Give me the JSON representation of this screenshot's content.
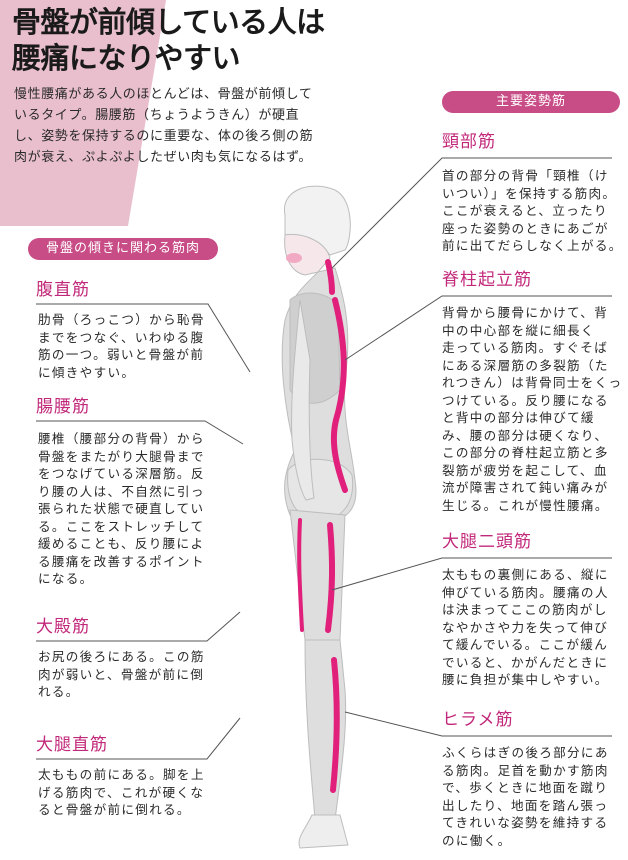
{
  "title": [
    "骨盤が前傾している人は",
    "腰痛になりやすい"
  ],
  "intro": [
    "慢性腰痛がある人のほとんどは、骨盤が前傾",
    "しているタイプ。腸腰筋（ちょうようきん）",
    "が硬直し、姿勢を保持するのに重要な、体の",
    "後ろ側の筋肉が衰え、ぷよぷよしたぜい肉も",
    "気になるはず。"
  ],
  "left_section": {
    "label": "骨盤の傾きに関わる筋肉",
    "muscles": [
      {
        "name": "腹直筋",
        "lines": [
          "肋骨（ろっこつ）から恥骨",
          "までをつなぐ、いわゆる腹",
          "筋の一つ。弱いと骨盤が前",
          "に傾きやすい。"
        ]
      },
      {
        "name": "腸腰筋",
        "lines": [
          "腰椎（腰部分の背骨）から",
          "骨盤をまたがり大腿骨まで",
          "をつなげている深層筋。反",
          "り腰の人は、不自然に引っ",
          "張られた状態で硬直してい",
          "る。ここをストレッチして",
          "緩めることも、反り腰によ",
          "る腰痛を改善するポイント",
          "になる。"
        ]
      },
      {
        "name": "大殿筋",
        "lines": [
          "お尻の後ろにある。この筋",
          "肉が弱いと、骨盤が前に倒",
          "れる。"
        ]
      },
      {
        "name": "大腿直筋",
        "lines": [
          "太ももの前にある。脚を上",
          "げる筋肉で、これが硬くな",
          "ると骨盤が前に倒れる。"
        ]
      }
    ]
  },
  "right_section": {
    "label": "主要姿勢筋",
    "muscles": [
      {
        "name": "頸部筋",
        "lines": [
          "首の部分の背骨「頸椎（け",
          "いつい）」を保持する筋肉。",
          "ここが衰えると、立ったり",
          "座った姿勢のときにあごが",
          "前に出てだらしなく上がる。"
        ]
      },
      {
        "name": "脊柱起立筋",
        "lines": [
          "背骨から腰骨にかけて、背",
          "中の中心部を縦に細長く",
          "走っている筋肉。すぐそば",
          "にある深層筋の多裂筋（た",
          "れつきん）は背骨同士をくっ",
          "つけている。反り腰になる",
          "と背中の部分は伸びて緩",
          "み、腰の部分は硬くなり、",
          "この部分の脊柱起立筋と多",
          "裂筋が疲労を起こして、血",
          "流が障害されて鈍い痛みが",
          "生じる。これが慢性腰痛。"
        ]
      },
      {
        "name": "大腿二頭筋",
        "lines": [
          "太ももの裏側にある、縦に",
          "伸びている筋肉。腰痛の人",
          "は決まってここの筋肉がし",
          "なやかさや力を失って伸び",
          "て緩んでいる。ここが緩ん",
          "でいると、かがんだときに",
          "腰に負担が集中しやすい。"
        ]
      },
      {
        "name": "ヒラメ筋",
        "lines": [
          "ふくらはぎの後ろ部分にあ",
          "る筋肉。足首を動かす筋肉",
          "で、歩くときに地面を蹴り",
          "出したり、地面を踏ん張っ",
          "てきれいな姿勢を維持する",
          "のに働く。"
        ]
      }
    ]
  },
  "colors": {
    "accent": "#c2287a",
    "pill": "#c84c86",
    "corner": "#e9bfce",
    "muscle": "#e0207a",
    "body": "#d9d9d9"
  }
}
